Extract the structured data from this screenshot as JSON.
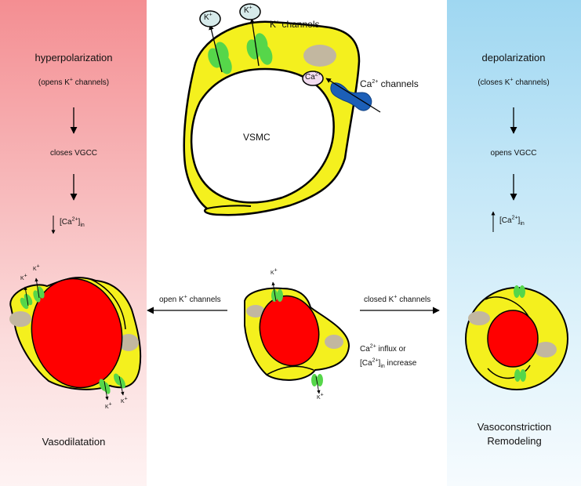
{
  "left_panel": {
    "title": "hyperpolarization",
    "sub_prefix": "(opens K",
    "sub_sup": "+",
    "sub_suffix": " channels)",
    "step2": "closes VGCC",
    "ca_prefix": "[Ca",
    "ca_sup": "2+",
    "ca_suffix": "]",
    "ca_sub": "in",
    "outcome": "Vasodilatation",
    "k_label": "K",
    "k_sup": "+"
  },
  "right_panel": {
    "title": "depolarization",
    "sub_prefix": "(closes K",
    "sub_sup": "+",
    "sub_suffix": " channels)",
    "step2": "opens VGCC",
    "ca_prefix": "[Ca",
    "ca_sup": "2+",
    "ca_suffix": "]",
    "ca_sub": "in",
    "outcome_line1": "Vasoconstriction",
    "outcome_line2": "Remodeling"
  },
  "top_cell": {
    "cell_label": "VSMC",
    "k_channels_prefix": "K",
    "k_channels_sup": "+",
    "k_channels_suffix": " channels",
    "ca_channels_prefix": "Ca",
    "ca_channels_sup": "2+",
    "ca_channels_suffix": " channels",
    "k_ion": "K",
    "k_ion_sup": "+",
    "ca_ion": "Ca",
    "ca_ion_sup": "2+"
  },
  "middle": {
    "open_prefix": "open K",
    "open_sup": "+",
    "open_suffix": " channels",
    "closed_prefix": "closed K",
    "closed_sup": "+",
    "closed_suffix": " channels",
    "influx_prefix": "Ca",
    "influx_sup": "2+",
    "influx_suffix": " influx or",
    "increase_prefix": "[Ca",
    "increase_sup": "2+",
    "increase_mid": "]",
    "increase_sub": "in",
    "increase_suffix": " increase",
    "k_label": "K",
    "k_sup": "+"
  },
  "colors": {
    "cell_fill": "#f4f01e",
    "nucleus_red": "#ff0000",
    "organelle_gray": "#c2b7a0",
    "k_channel_green": "#56d64a",
    "ca_channel_blue": "#1c5fb8",
    "left_panel": "#f48e92",
    "right_panel": "#9fd7f1"
  }
}
